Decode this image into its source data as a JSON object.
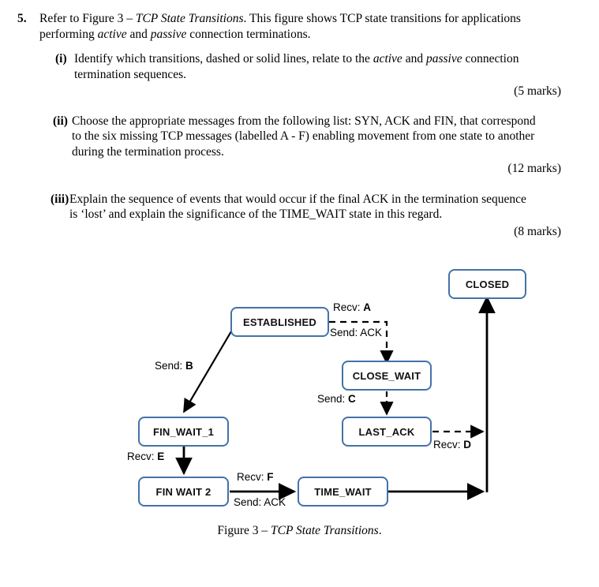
{
  "question": {
    "number": "5.",
    "stem_part1": "Refer to Figure 3 – ",
    "stem_italic1": "TCP State Transitions",
    "stem_part2": ".  This figure shows TCP state transitions for applications performing ",
    "stem_italic2": "active",
    "stem_part3": " and ",
    "stem_italic3": "passive",
    "stem_part4": " connection terminations.",
    "subquestions": [
      {
        "label": "(i)",
        "text_part1": "Identify which transitions, dashed or solid lines, relate to the ",
        "italic1": "active",
        "text_part2": " and ",
        "italic2": "passive",
        "text_part3": " connection termination sequences.",
        "marks": "(5 marks)"
      },
      {
        "label": "(ii)",
        "text_part1": "Choose the appropriate messages from the following list: SYN, ACK and FIN, that correspond to the six missing TCP messages (labelled A - F) enabling movement from one state to another during the termination process.",
        "italic1": "",
        "text_part2": "",
        "italic2": "",
        "text_part3": "",
        "marks": "(12 marks)"
      },
      {
        "label": "(iii)",
        "text_part1": "Explain the sequence of events that would occur if the final ACK in the termination sequence is ‘lost’ and explain the significance of the TIME_WAIT state in this regard.",
        "italic1": "",
        "text_part2": "",
        "italic2": "",
        "text_part3": "",
        "marks": "(8 marks)"
      }
    ]
  },
  "figure": {
    "caption_prefix": "Figure 3 – ",
    "caption_italic": "TCP State Transitions",
    "caption_suffix": ".",
    "colors": {
      "box_border": "#4472A8",
      "box_fill": "#FFFFFF",
      "edge": "#000000"
    },
    "states": [
      {
        "id": "closed",
        "label": "CLOSED"
      },
      {
        "id": "established",
        "label": "ESTABLISHED"
      },
      {
        "id": "close_wait",
        "label": "CLOSE_WAIT"
      },
      {
        "id": "last_ack",
        "label": "LAST_ACK"
      },
      {
        "id": "fin_wait_1",
        "label": "FIN_WAIT_1"
      },
      {
        "id": "fin_wait_2",
        "label": "FIN  WAIT  2"
      },
      {
        "id": "time_wait",
        "label": "TIME_WAIT"
      }
    ],
    "transitions": [
      {
        "id": "est-to-close_wait",
        "from": "established",
        "to": "close_wait",
        "style": "dashed",
        "label_top": "Recv: ",
        "label_top_bold": "A",
        "label_bottom": "Send: ACK",
        "label_bottom_bold": ""
      },
      {
        "id": "est-to-fin_wait_1",
        "from": "established",
        "to": "fin_wait_1",
        "style": "solid",
        "label_top": "Send: ",
        "label_top_bold": "B",
        "label_bottom": "",
        "label_bottom_bold": ""
      },
      {
        "id": "close_wait-to-last_ack",
        "from": "close_wait",
        "to": "last_ack",
        "style": "dashed",
        "label_top": "Send: ",
        "label_top_bold": "C",
        "label_bottom": "",
        "label_bottom_bold": ""
      },
      {
        "id": "last_ack-to-closed",
        "from": "last_ack",
        "to": "closed",
        "style": "dashed",
        "label_top": "Recv: ",
        "label_top_bold": "D",
        "label_bottom": "",
        "label_bottom_bold": ""
      },
      {
        "id": "fin_wait_1-to-fin_wait_2",
        "from": "fin_wait_1",
        "to": "fin_wait_2",
        "style": "solid",
        "label_top": "Recv: ",
        "label_top_bold": "E",
        "label_bottom": "",
        "label_bottom_bold": ""
      },
      {
        "id": "fin_wait_2-to-time_wait",
        "from": "fin_wait_2",
        "to": "time_wait",
        "style": "solid",
        "label_top": "Recv: ",
        "label_top_bold": "F",
        "label_bottom": "Send: ACK",
        "label_bottom_bold": ""
      },
      {
        "id": "time_wait-to-closed",
        "from": "time_wait",
        "to": "closed",
        "style": "solid",
        "label_top": "",
        "label_top_bold": "",
        "label_bottom": "",
        "label_bottom_bold": ""
      }
    ],
    "labels": {
      "recv_a_prefix": "Recv: ",
      "recv_a_bold": "A",
      "send_ack_1": "Send: ACK",
      "send_b_prefix": "Send: ",
      "send_b_bold": "B",
      "send_c_prefix": "Send: ",
      "send_c_bold": "C",
      "recv_d_prefix": "Recv: ",
      "recv_d_bold": "D",
      "recv_e_prefix": "Recv: ",
      "recv_e_bold": "E",
      "recv_f_prefix": "Recv: ",
      "recv_f_bold": "F",
      "send_ack_2": "Send: ACK"
    }
  }
}
